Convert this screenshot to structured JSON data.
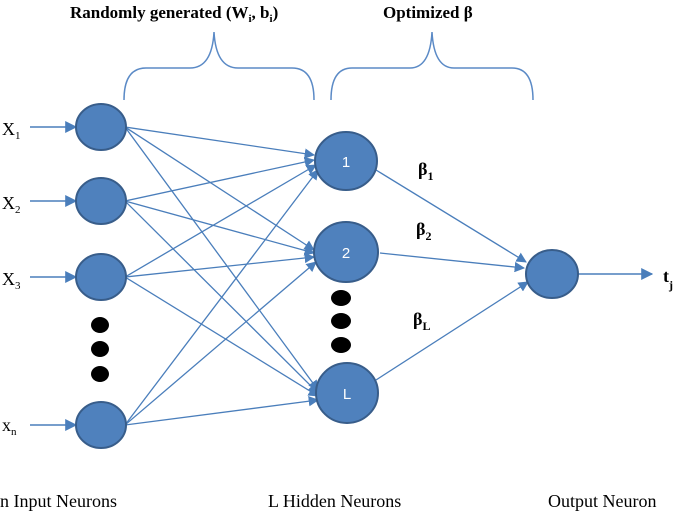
{
  "brackets": {
    "random": {
      "label_main": "Randomly generated (W",
      "label_sub_w": "i",
      "label_mid": ", b",
      "label_sub_b": "i",
      "label_end": ")"
    },
    "optimized": {
      "label": "Optimized β"
    }
  },
  "inputs": [
    {
      "base": "X",
      "sub": "1"
    },
    {
      "base": "X",
      "sub": "2"
    },
    {
      "base": "X",
      "sub": "3"
    },
    {
      "base": "x",
      "sub": "n"
    }
  ],
  "hidden_nodes": [
    "1",
    "2",
    "L"
  ],
  "betas": [
    {
      "base": "β",
      "sub": "1"
    },
    {
      "base": "β",
      "sub": "2"
    },
    {
      "base": "β",
      "sub": "L"
    }
  ],
  "output": {
    "base": "t",
    "sub": "j"
  },
  "layer_labels": {
    "input": "n Input Neurons",
    "hidden": "L Hidden Neurons",
    "output": "Output Neuron"
  },
  "colors": {
    "node_fill": "#4f81bd",
    "node_stroke": "#385d8a",
    "edge": "#4a7ebb",
    "bracket": "#5b8ac6",
    "text": "#000000"
  }
}
